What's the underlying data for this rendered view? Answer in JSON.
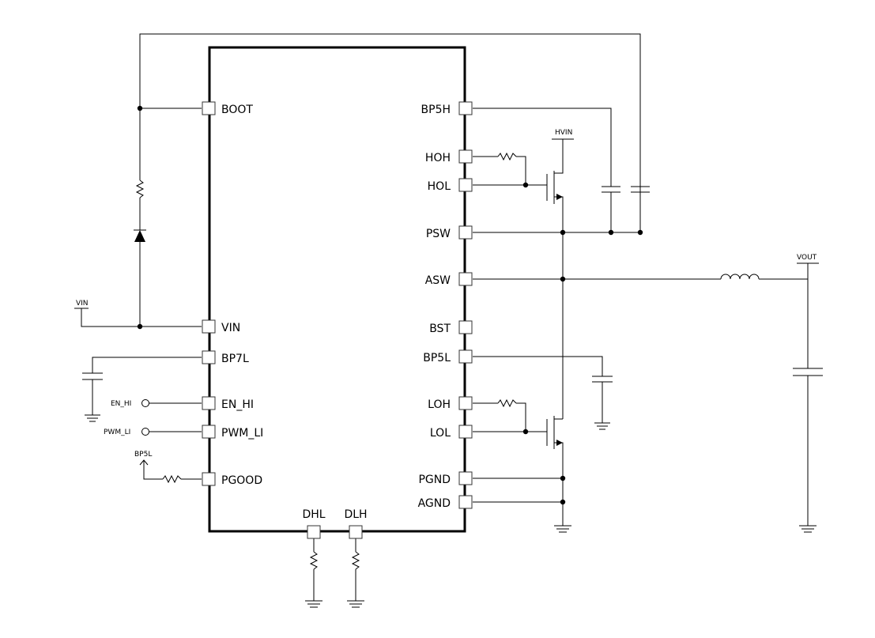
{
  "pins": {
    "boot": "BOOT",
    "vin": "VIN",
    "bp7l": "BP7L",
    "en_hi": "EN_HI",
    "pwm_li": "PWM_LI",
    "pgood": "PGOOD",
    "bp5h": "BP5H",
    "hoh": "HOH",
    "hol": "HOL",
    "psw": "PSW",
    "asw": "ASW",
    "bst": "BST",
    "bp5l": "BP5L",
    "loh": "LOH",
    "lol": "LOL",
    "pgnd": "PGND",
    "agnd": "AGND",
    "dhl": "DHL",
    "dlh": "DLH"
  },
  "nets": {
    "vin": "VIN",
    "en_hi": "EN_HI",
    "pwm_li": "PWM_LI",
    "bp5l": "BP5L",
    "hvin": "HVIN",
    "vout": "VOUT"
  }
}
